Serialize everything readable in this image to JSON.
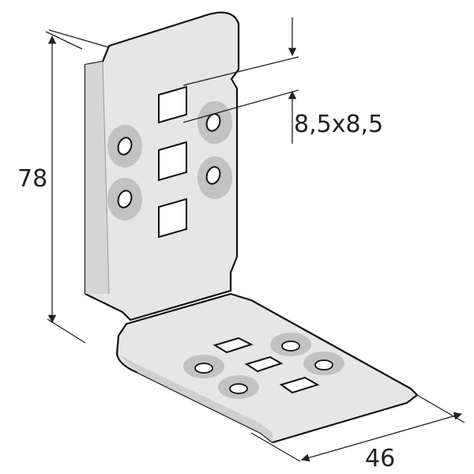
{
  "dimensions": {
    "height": "78",
    "width": "46",
    "hole_size": "8,5x8,5"
  },
  "colors": {
    "plate_fill": "#e6e6e6",
    "plate_edge": "#d2d2d2",
    "outline": "#111111",
    "hole_ring": "#bdbdbd",
    "dimension_line": "#222222"
  }
}
